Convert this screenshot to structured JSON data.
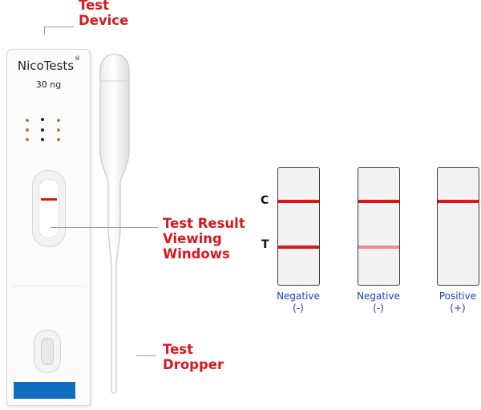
{
  "callouts": {
    "device_line1": "Test",
    "device_line2": "Device",
    "window_line1": "Test Result",
    "window_line2": "Viewing",
    "window_line3": "Windows",
    "dropper_line1": "Test",
    "dropper_line2": "Dropper"
  },
  "device": {
    "brand": "NicoTests",
    "registered": "®",
    "concentration": "30 ng"
  },
  "strip_labels": {
    "control": "C",
    "test": "T"
  },
  "results": [
    {
      "line1": "Negative",
      "line2": "(-)",
      "c_line": "solid",
      "t_line": "solid"
    },
    {
      "line1": "Negative",
      "line2": "(-)",
      "c_line": "solid",
      "t_line": "faint"
    },
    {
      "line1": "Positive",
      "line2": "(+)",
      "c_line": "solid",
      "t_line": "none"
    }
  ],
  "colors": {
    "callout_red": "#d7191f",
    "band_red": "#e0141a",
    "caption_blue": "#1f3fb3",
    "device_blue_bar": "#0f6ebf"
  }
}
